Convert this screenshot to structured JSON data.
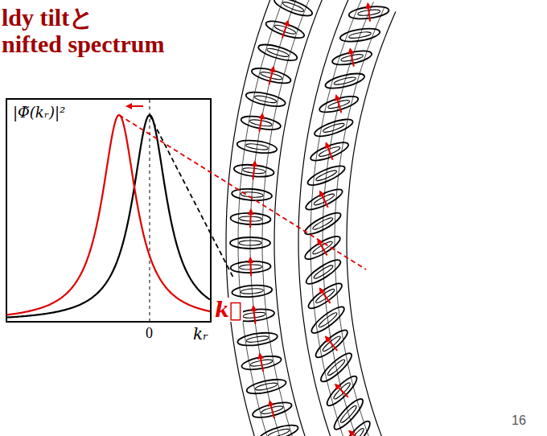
{
  "diagram": {
    "labels": [
      "ldy tiltと",
      "nifted spectrum",
      "|Φ̃(kᵣ)|²",
      "0",
      "kᵣ",
      "k⃗",
      "16"
    ]
  }
}
